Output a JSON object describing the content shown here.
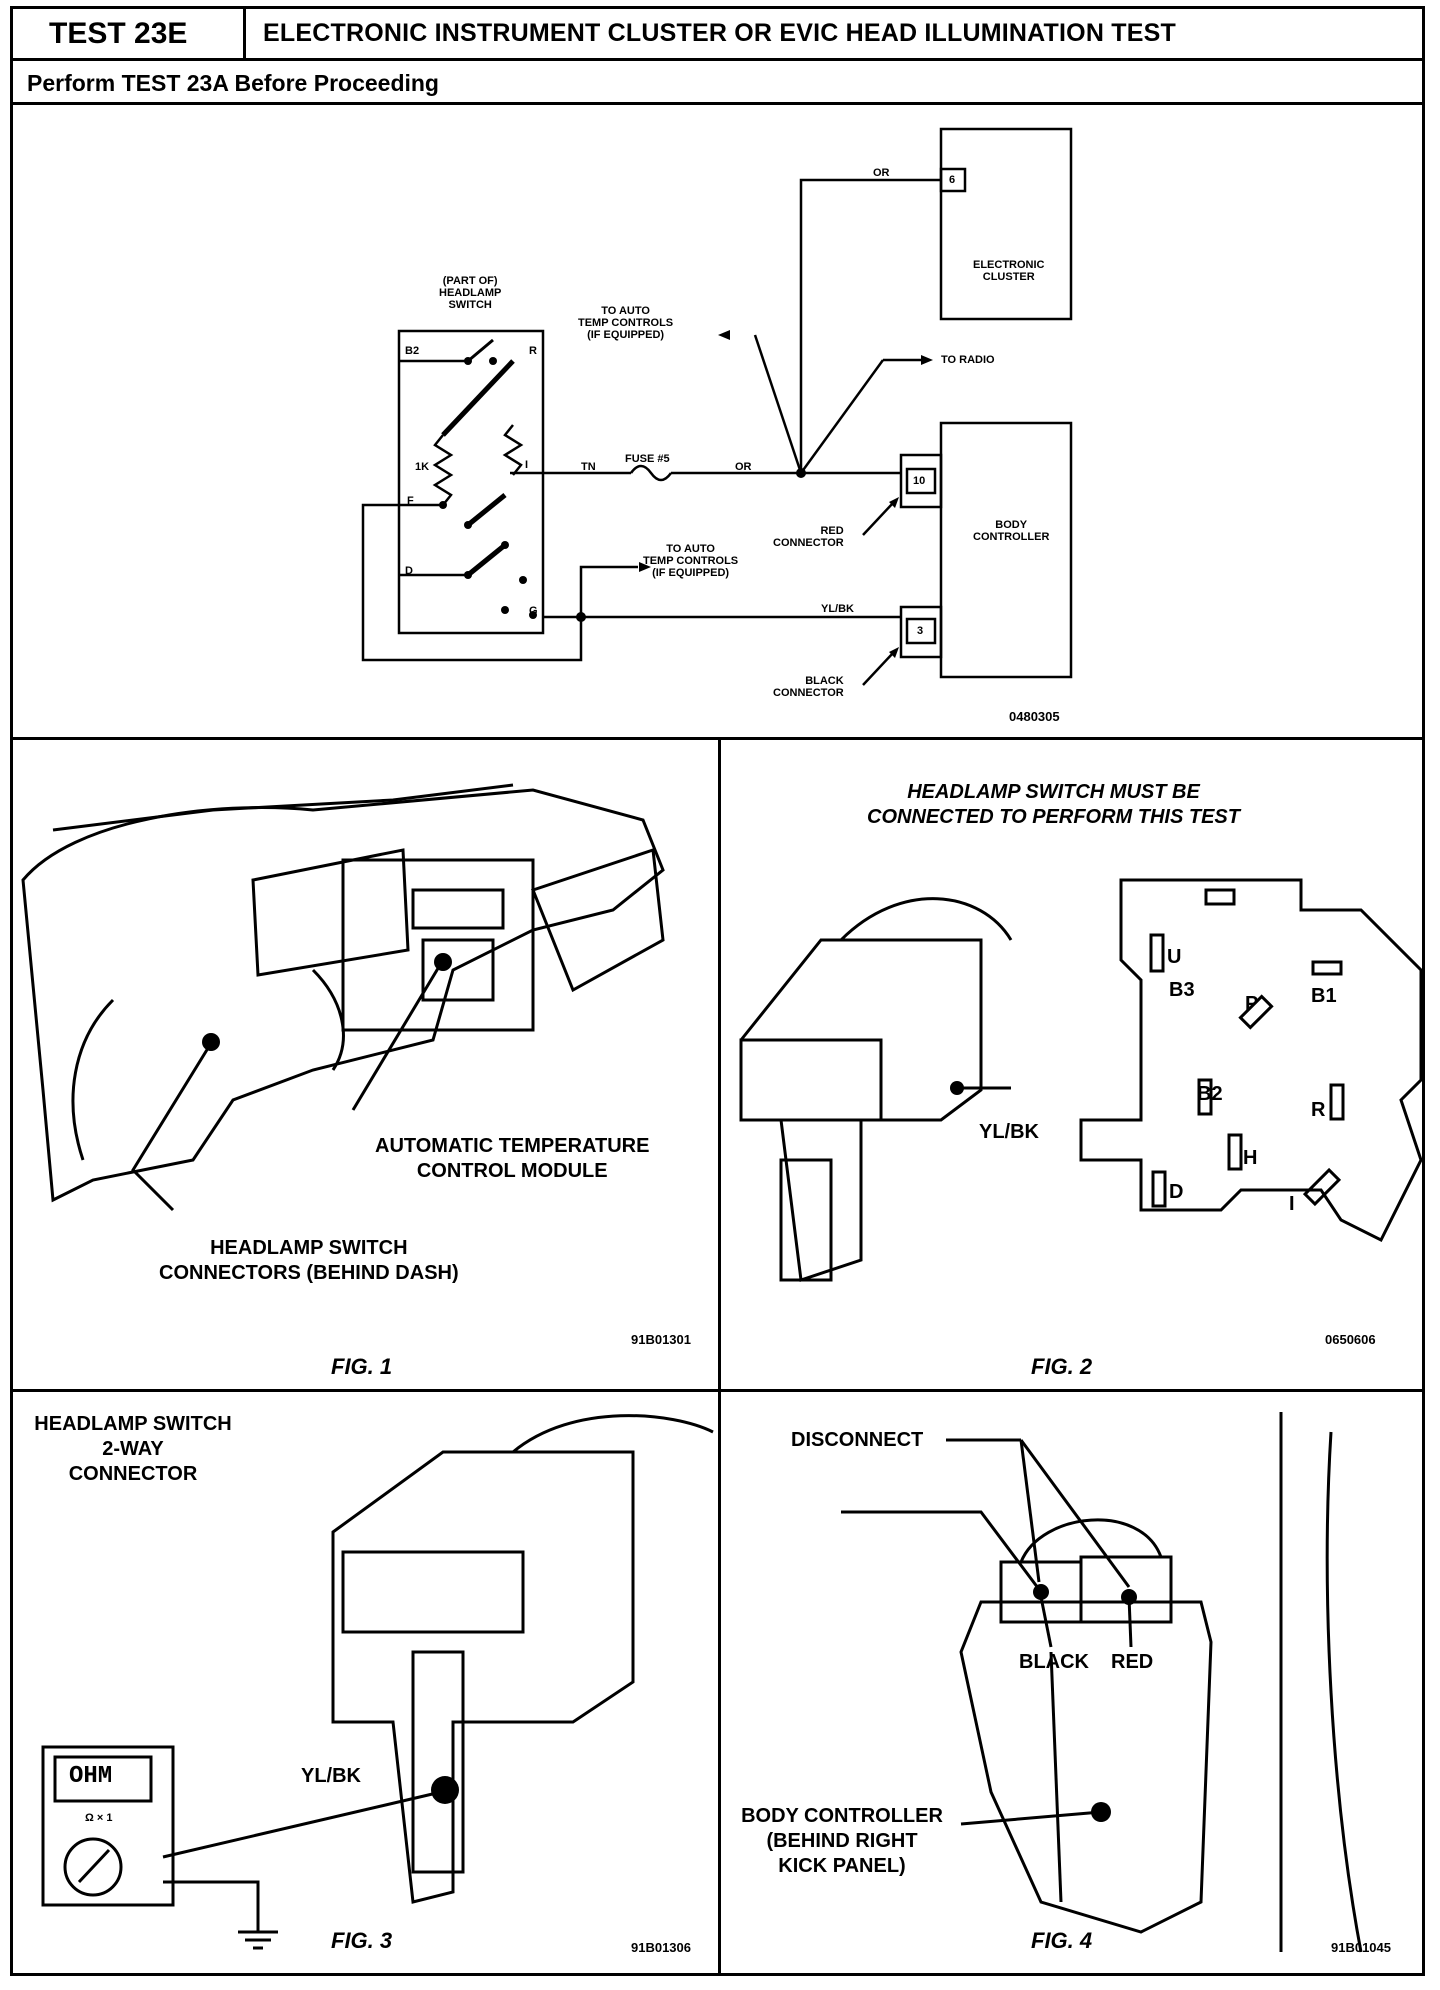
{
  "header": {
    "test_id": "TEST 23E",
    "title": "ELECTRONIC INSTRUMENT CLUSTER OR EVIC HEAD ILLUMINATION TEST",
    "subtitle": "Perform TEST 23A Before Proceeding"
  },
  "schematic": {
    "headlamp_switch": "(PART OF)\nHEADLAMP\nSWITCH",
    "to_auto_temp_top": "TO AUTO\nTEMP CONTROLS\n(IF EQUIPPED)",
    "to_auto_temp_bottom": "TO AUTO\nTEMP CONTROLS\n(IF EQUIPPED)",
    "to_radio": "TO RADIO",
    "electronic_cluster": "ELECTRONIC\nCLUSTER",
    "body_controller": "BODY\nCONTROLLER",
    "red_connector": "RED\nCONNECTOR",
    "black_connector": "BLACK\nCONNECTOR",
    "fuse": "FUSE #5",
    "wire_tn": "TN",
    "wire_or_top": "OR",
    "wire_or_mid": "OR",
    "wire_ylbk": "YL/BK",
    "pin_6": "6",
    "pin_10": "10",
    "pin_3": "3",
    "term_b2": "B2",
    "term_r": "R",
    "term_i": "I",
    "term_f": "F",
    "term_d": "D",
    "term_g": "G",
    "term_1k": "1K",
    "code": "0480305"
  },
  "fig1": {
    "label": "FIG. 1",
    "code": "91B01301",
    "atc_label": "AUTOMATIC TEMPERATURE\nCONTROL MODULE",
    "headlamp_label": "HEADLAMP SWITCH\nCONNECTORS (BEHIND DASH)"
  },
  "fig2": {
    "label": "FIG. 2",
    "code": "0650606",
    "note": "HEADLAMP SWITCH MUST BE\nCONNECTED TO PERFORM THIS TEST",
    "wire": "YL/BK",
    "pins": [
      "U",
      "B3",
      "B1",
      "P",
      "B2",
      "R",
      "H",
      "D",
      "I"
    ]
  },
  "fig3": {
    "label": "FIG. 3",
    "code": "91B01306",
    "title": "HEADLAMP SWITCH\n2-WAY\nCONNECTOR",
    "wire": "YL/BK",
    "meter_display": "OHM",
    "meter_range": "Ω × 1"
  },
  "fig4": {
    "label": "FIG. 4",
    "code": "91B01045",
    "disconnect": "DISCONNECT",
    "black": "BLACK",
    "red": "RED",
    "body_controller": "BODY CONTROLLER\n(BEHIND RIGHT\nKICK PANEL)"
  }
}
